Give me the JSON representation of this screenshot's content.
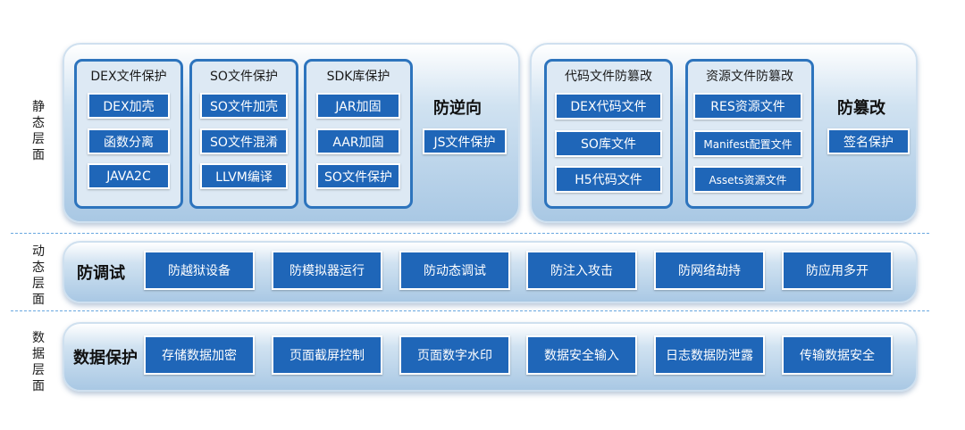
{
  "layers": {
    "static": "静态层面",
    "dynamic": "动态层面",
    "data": "数据层面"
  },
  "anti_reverse": {
    "title": "防逆向",
    "dex_group": {
      "title": "DEX文件保护",
      "items": [
        "DEX加壳",
        "函数分离",
        "JAVA2C"
      ]
    },
    "so_group": {
      "title": "SO文件保护",
      "items": [
        "SO文件加壳",
        "SO文件混淆",
        "LLVM编译"
      ]
    },
    "sdk_group": {
      "title": "SDK库保护",
      "items": [
        "JAR加固",
        "AAR加固",
        "SO文件保护"
      ]
    },
    "js_protect": "JS文件保护"
  },
  "anti_tamper": {
    "title": "防篡改",
    "code_group": {
      "title": "代码文件防篡改",
      "items": [
        "DEX代码文件",
        "SO库文件",
        "H5代码文件"
      ]
    },
    "res_group": {
      "title": "资源文件防篡改",
      "items": [
        "RES资源文件",
        "Manifest配置文件",
        "Assets资源文件"
      ]
    },
    "signature": "签名保护"
  },
  "anti_debug": {
    "title": "防调试",
    "items": [
      "防越狱设备",
      "防模拟器运行",
      "防动态调试",
      "防注入攻击",
      "防网络劫持",
      "防应用多开"
    ]
  },
  "data_protect": {
    "title": "数据保护",
    "items": [
      "存储数据加密",
      "页面截屏控制",
      "页面数字水印",
      "数据安全输入",
      "日志数据防泄露",
      "传输数据安全"
    ]
  },
  "colors": {
    "box": "#1f66b8",
    "group_border": "#2d74bd",
    "divider": "#6aa8e0"
  }
}
